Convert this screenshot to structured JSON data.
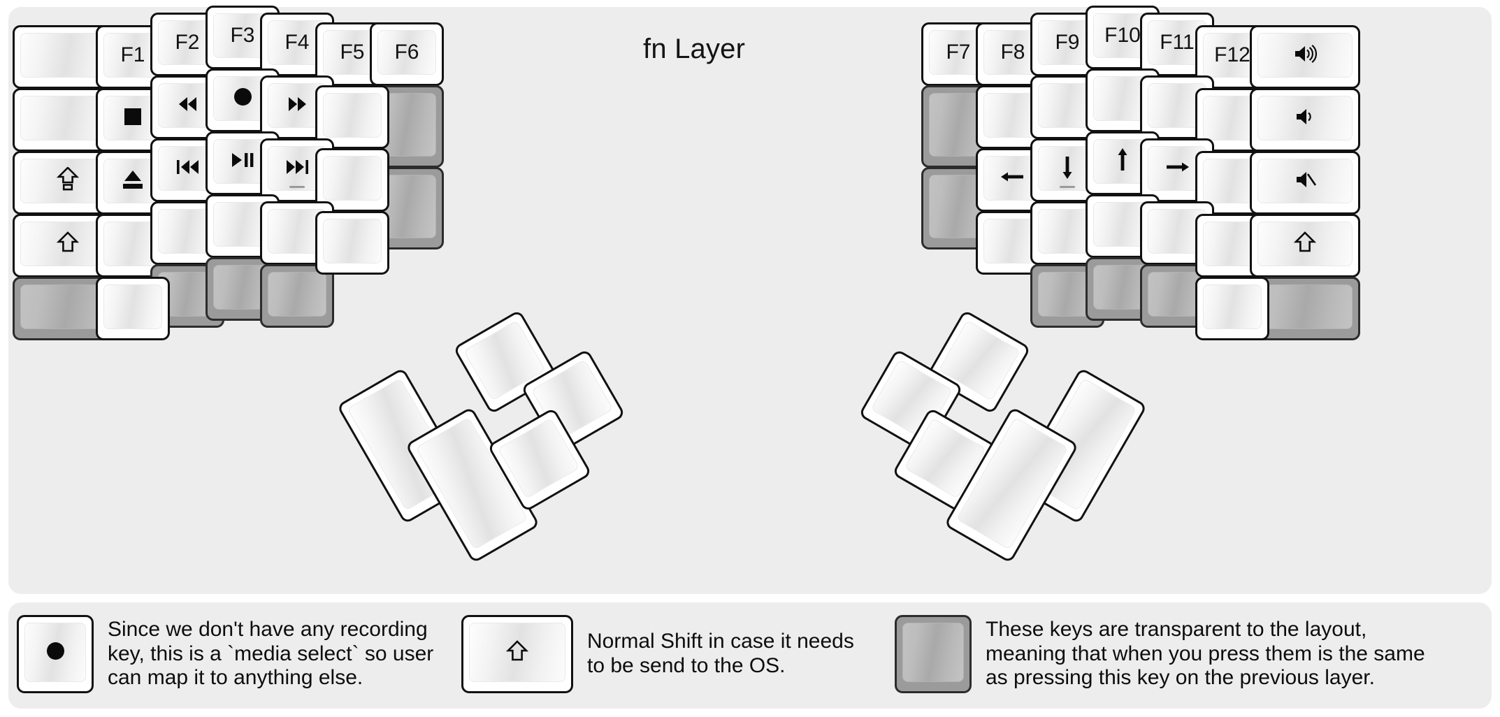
{
  "page": {
    "title": "fn Layer",
    "background": "#ededed",
    "key_fill": "#ffffff",
    "key_border": "#111111",
    "transparent_key_fill": "#9b9b9b",
    "transparent_key_border": "#2c2c2c"
  },
  "left_half": {
    "columns": [
      {
        "name": "pinky-outer",
        "keys": [
          {
            "label": "",
            "icon": "",
            "state": "normal"
          },
          {
            "label": "",
            "icon": "",
            "state": "normal"
          },
          {
            "label": "",
            "icon": "shift-lock-icon",
            "state": "normal"
          },
          {
            "label": "",
            "icon": "shift-icon",
            "state": "normal"
          },
          {
            "label": "",
            "icon": "",
            "state": "transparent"
          }
        ]
      },
      {
        "name": "pinky",
        "keys": [
          {
            "label": "F1",
            "icon": "",
            "state": "normal"
          },
          {
            "label": "",
            "icon": "media-stop-icon",
            "state": "normal"
          },
          {
            "label": "",
            "icon": "media-eject-icon",
            "state": "normal"
          },
          {
            "label": "",
            "icon": "",
            "state": "normal"
          },
          {
            "label": "",
            "icon": "",
            "state": "normal"
          }
        ]
      },
      {
        "name": "ring",
        "keys": [
          {
            "label": "F2",
            "icon": "",
            "state": "normal"
          },
          {
            "label": "",
            "icon": "media-rewind-icon",
            "state": "normal"
          },
          {
            "label": "",
            "icon": "media-previous-icon",
            "state": "normal"
          },
          {
            "label": "",
            "icon": "",
            "state": "normal"
          },
          {
            "label": "",
            "icon": "",
            "state": "transparent"
          }
        ]
      },
      {
        "name": "middle",
        "keys": [
          {
            "label": "F3",
            "icon": "",
            "state": "normal"
          },
          {
            "label": "",
            "icon": "media-record-icon",
            "state": "normal"
          },
          {
            "label": "",
            "icon": "media-play-pause-icon",
            "state": "normal"
          },
          {
            "label": "",
            "icon": "",
            "state": "normal"
          },
          {
            "label": "",
            "icon": "",
            "state": "transparent"
          }
        ]
      },
      {
        "name": "index",
        "keys": [
          {
            "label": "F4",
            "icon": "",
            "state": "normal"
          },
          {
            "label": "",
            "icon": "media-fast-forward-icon",
            "state": "normal"
          },
          {
            "label": "",
            "icon": "media-next-icon",
            "state": "normal"
          },
          {
            "label": "",
            "icon": "",
            "state": "normal"
          },
          {
            "label": "",
            "icon": "",
            "state": "transparent"
          }
        ]
      },
      {
        "name": "index-inner",
        "keys": [
          {
            "label": "F5",
            "icon": "",
            "state": "normal"
          },
          {
            "label": "",
            "icon": "",
            "state": "normal"
          },
          {
            "label": "",
            "icon": "",
            "state": "normal"
          },
          {
            "label": "",
            "icon": "",
            "state": "normal"
          }
        ]
      },
      {
        "name": "inner-extra",
        "keys": [
          {
            "label": "F6",
            "icon": "",
            "state": "normal"
          },
          {
            "label": "",
            "icon": "",
            "state": "transparent"
          },
          {
            "label": "",
            "icon": "",
            "state": "transparent"
          }
        ]
      }
    ],
    "thumb_cluster": [
      {
        "name": "thumb-big-1",
        "label": "",
        "icon": "",
        "state": "normal"
      },
      {
        "name": "thumb-big-2",
        "label": "",
        "icon": "",
        "state": "normal"
      },
      {
        "name": "thumb-small-1",
        "label": "",
        "icon": "",
        "state": "normal"
      },
      {
        "name": "thumb-small-2",
        "label": "",
        "icon": "",
        "state": "normal"
      },
      {
        "name": "thumb-small-3",
        "label": "",
        "icon": "",
        "state": "normal"
      }
    ]
  },
  "right_half": {
    "columns": [
      {
        "name": "inner-extra",
        "keys": [
          {
            "label": "F7",
            "icon": "",
            "state": "normal"
          },
          {
            "label": "",
            "icon": "",
            "state": "transparent"
          },
          {
            "label": "",
            "icon": "",
            "state": "transparent"
          }
        ]
      },
      {
        "name": "index-inner",
        "keys": [
          {
            "label": "F8",
            "icon": "",
            "state": "normal"
          },
          {
            "label": "",
            "icon": "",
            "state": "normal"
          },
          {
            "label": "",
            "icon": "arrow-left-icon",
            "state": "normal"
          },
          {
            "label": "",
            "icon": "",
            "state": "normal"
          }
        ]
      },
      {
        "name": "index",
        "keys": [
          {
            "label": "F9",
            "icon": "",
            "state": "normal"
          },
          {
            "label": "",
            "icon": "",
            "state": "normal"
          },
          {
            "label": "",
            "icon": "arrow-down-icon",
            "state": "normal"
          },
          {
            "label": "",
            "icon": "",
            "state": "normal"
          },
          {
            "label": "",
            "icon": "",
            "state": "transparent"
          }
        ]
      },
      {
        "name": "middle",
        "keys": [
          {
            "label": "F10",
            "icon": "",
            "state": "normal"
          },
          {
            "label": "",
            "icon": "",
            "state": "normal"
          },
          {
            "label": "",
            "icon": "arrow-up-icon",
            "state": "normal"
          },
          {
            "label": "",
            "icon": "",
            "state": "normal"
          },
          {
            "label": "",
            "icon": "",
            "state": "transparent"
          }
        ]
      },
      {
        "name": "ring",
        "keys": [
          {
            "label": "F11",
            "icon": "",
            "state": "normal"
          },
          {
            "label": "",
            "icon": "",
            "state": "normal"
          },
          {
            "label": "",
            "icon": "arrow-right-icon",
            "state": "normal"
          },
          {
            "label": "",
            "icon": "",
            "state": "normal"
          },
          {
            "label": "",
            "icon": "",
            "state": "transparent"
          }
        ]
      },
      {
        "name": "pinky",
        "keys": [
          {
            "label": "F12",
            "icon": "",
            "state": "normal"
          },
          {
            "label": "",
            "icon": "",
            "state": "normal"
          },
          {
            "label": "",
            "icon": "",
            "state": "normal"
          },
          {
            "label": "",
            "icon": "",
            "state": "normal"
          },
          {
            "label": "",
            "icon": "",
            "state": "normal"
          }
        ]
      },
      {
        "name": "pinky-outer",
        "keys": [
          {
            "label": "",
            "icon": "volume-up-icon",
            "state": "normal"
          },
          {
            "label": "",
            "icon": "volume-down-icon",
            "state": "normal"
          },
          {
            "label": "",
            "icon": "volume-mute-icon",
            "state": "normal"
          },
          {
            "label": "",
            "icon": "shift-icon",
            "state": "normal"
          },
          {
            "label": "",
            "icon": "",
            "state": "transparent"
          }
        ]
      }
    ],
    "thumb_cluster": [
      {
        "name": "thumb-small-1",
        "label": "",
        "icon": "",
        "state": "normal"
      },
      {
        "name": "thumb-small-2",
        "label": "",
        "icon": "",
        "state": "normal"
      },
      {
        "name": "thumb-small-3",
        "label": "",
        "icon": "",
        "state": "normal"
      },
      {
        "name": "thumb-big-1",
        "label": "",
        "icon": "",
        "state": "normal"
      },
      {
        "name": "thumb-big-2",
        "label": "",
        "icon": "",
        "state": "normal"
      }
    ]
  },
  "legend": [
    {
      "key_icon": "media-record-icon",
      "key_state": "normal",
      "text": "Since we don't have any recording\nkey, this is a `media select` so user\ncan map it to anything else."
    },
    {
      "key_icon": "shift-icon",
      "key_state": "normal",
      "text": "Normal Shift in case it needs\nto be send to the OS."
    },
    {
      "key_icon": "",
      "key_state": "transparent",
      "text": "These keys are transparent to the layout,\nmeaning that when you press them is the same\nas pressing this key on the previous layer."
    }
  ]
}
